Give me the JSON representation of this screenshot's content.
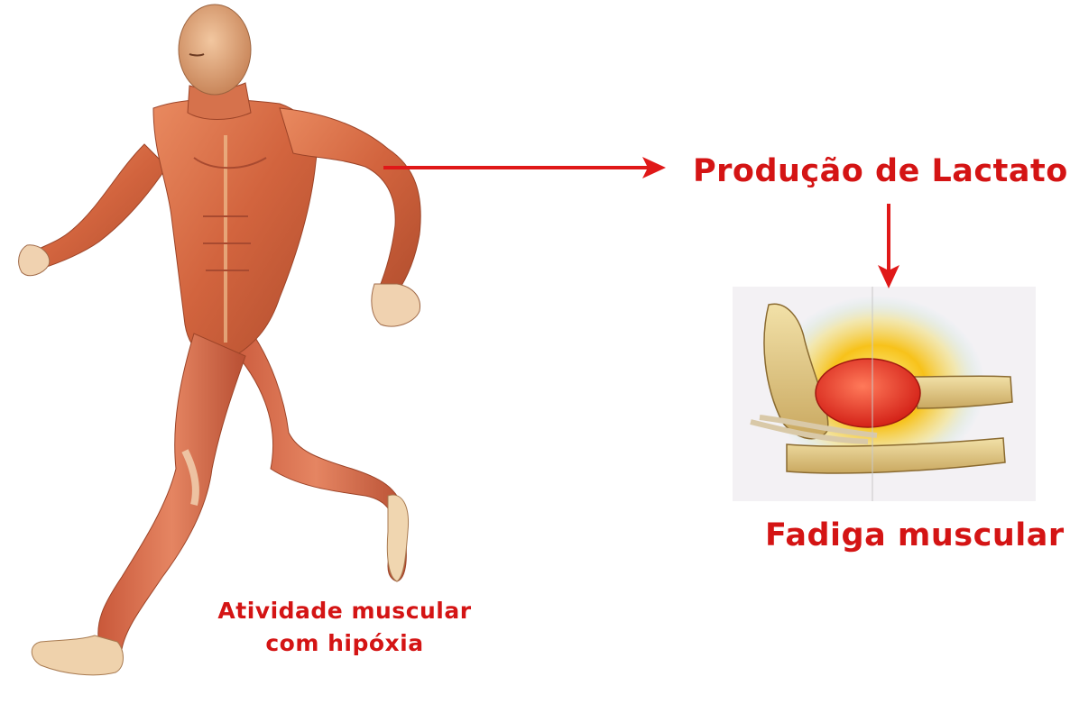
{
  "diagram": {
    "nodes": {
      "lactate": "Produção de Lactato",
      "fatigue": "Fadiga muscular",
      "activity_line1": "Atividade muscular",
      "activity_line2": "com hipóxia"
    },
    "figures": {
      "runner": "muscular-anatomy-runner-illustration",
      "elbow": "inflamed-elbow-muscle-illustration"
    },
    "colors": {
      "text": "#d41414",
      "arrow": "#e01818",
      "muscle": "#d9704a",
      "tendon": "#eed6a8",
      "inflammation": "#e8352a",
      "glow": "#f7c21a"
    },
    "edges": [
      {
        "from": "runner",
        "to": "lactate"
      },
      {
        "from": "lactate",
        "to": "fatigue"
      }
    ]
  }
}
